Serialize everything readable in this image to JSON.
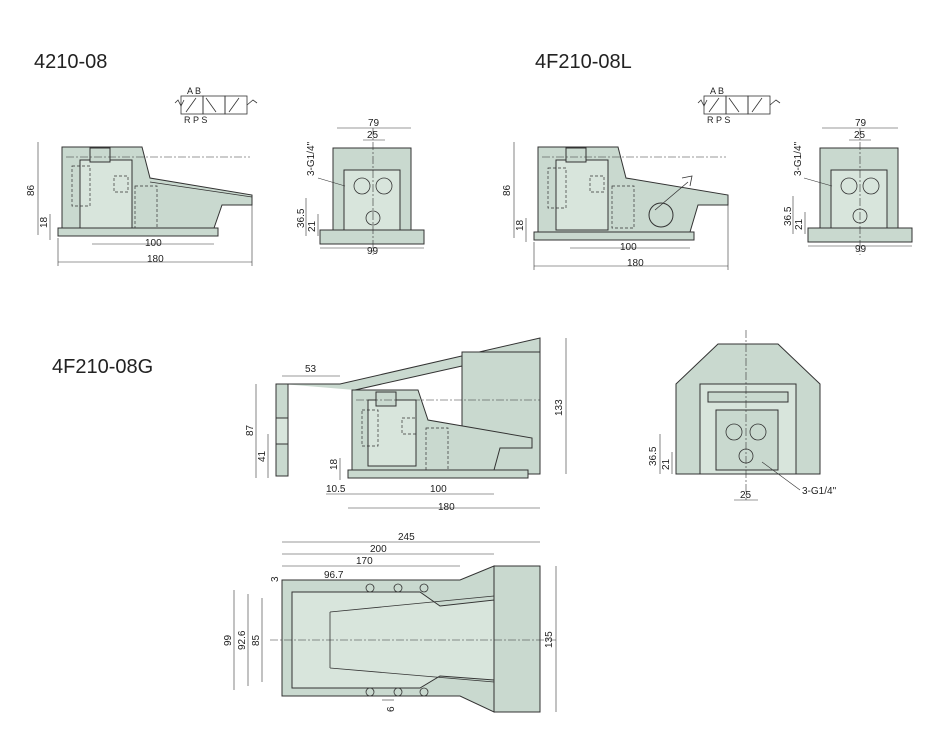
{
  "titles": {
    "m1": "4210-08",
    "m2": "4F210-08L",
    "m3": "4F210-08G"
  },
  "symbol": {
    "ports_top": "A B",
    "ports_bottom": "R P S"
  },
  "view1": {
    "h_total": "86",
    "h_base": "18",
    "w_inner": "100",
    "w_total": "180"
  },
  "view2": {
    "w_top": "79",
    "w_port": "25",
    "port": "3-G1/4\"",
    "h1": "36.5",
    "h2": "21",
    "w_base": "99"
  },
  "view3": {
    "h_total": "86",
    "h_base": "18",
    "w_inner": "100",
    "w_total": "180"
  },
  "view4": {
    "w_top": "79",
    "w_port": "25",
    "port": "3-G1/4\"",
    "h1": "36.5",
    "h2": "21",
    "w_base": "99"
  },
  "view5": {
    "w_guard": "53",
    "h_87": "87",
    "h_41": "41",
    "h_18": "18",
    "h_133": "133",
    "w_10_5": "10.5",
    "w_100": "100",
    "w_180": "180"
  },
  "view6": {
    "h1": "36.5",
    "h2": "21",
    "w_port": "25",
    "port": "3-G1/4\""
  },
  "view7": {
    "w_245": "245",
    "w_200": "200",
    "w_170": "170",
    "w_96_7": "96.7",
    "w_3": "3",
    "w_6": "6",
    "h_99": "99",
    "h_92_6": "92.6",
    "h_85": "85",
    "h_135": "135"
  }
}
